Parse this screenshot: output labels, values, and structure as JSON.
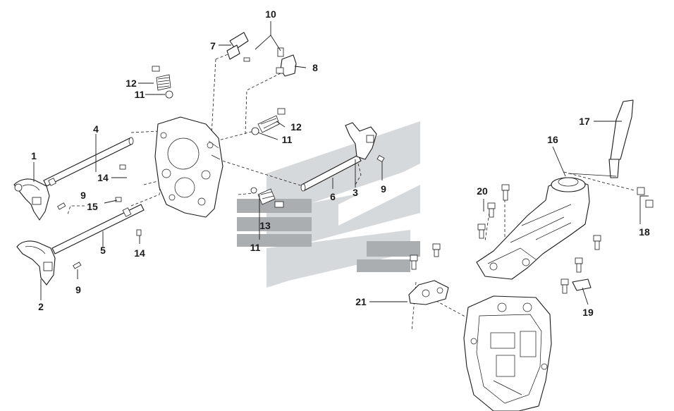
{
  "watermark": {
    "color_main": "#c9cdcf",
    "color_accent": "#8f9396"
  },
  "callouts": {
    "c1": "1",
    "c2": "2",
    "c3": "3",
    "c4": "4",
    "c5": "5",
    "c6": "6",
    "c7": "7",
    "c8": "8",
    "c9a": "9",
    "c9b": "9",
    "c9c": "9",
    "c10": "10",
    "c11a": "11",
    "c11b": "11",
    "c11c": "11",
    "c12a": "12",
    "c12b": "12",
    "c13": "13",
    "c14a": "14",
    "c14b": "14",
    "c15": "15",
    "c16": "16",
    "c17": "17",
    "c18": "18",
    "c19": "19",
    "c20": "20",
    "c21": "21"
  }
}
